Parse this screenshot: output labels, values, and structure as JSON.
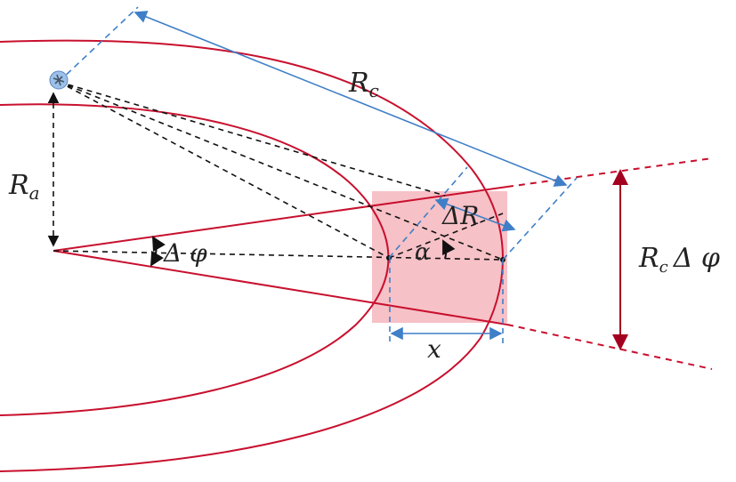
{
  "diagram": {
    "labels": {
      "rc": "R",
      "rc_sub": "c",
      "ra": "R",
      "ra_sub": "a",
      "delta_phi": "Δ φ",
      "delta_r": "ΔR",
      "alpha": "α",
      "x": "x",
      "rc_delta_phi_r": "R",
      "rc_delta_phi_sub": "c",
      "rc_delta_phi_tail": "Δ φ"
    },
    "colors": {
      "ellipse": "#c8102e",
      "beam": "#c8102e",
      "shaded_cell": "#f4b6bd",
      "blue_dim": "#3f7fc7",
      "dashed_black": "#111111",
      "dark_red_arrow": "#a3001f"
    },
    "icons": {
      "satellite": "satellite-icon"
    }
  }
}
